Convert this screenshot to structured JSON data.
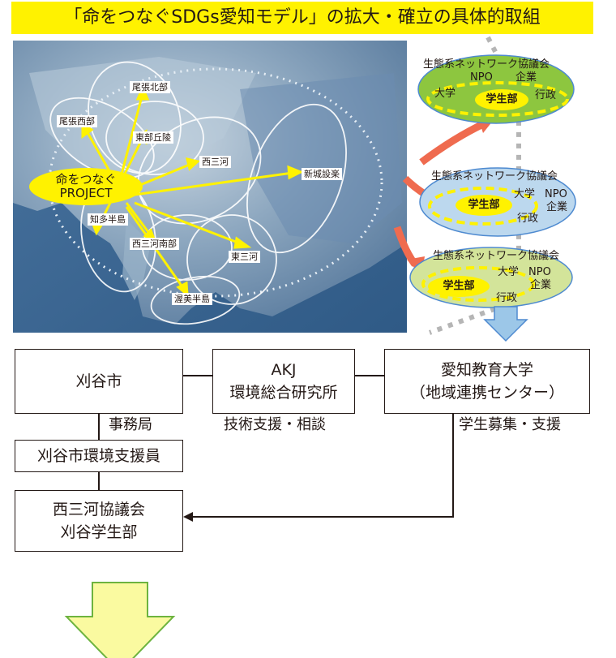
{
  "title": "「命をつなぐSDGs愛知モデル」の拡大・確立の具体的取組",
  "map": {
    "center_label_line1": "命をつなぐ",
    "center_label_line2": "PROJECT",
    "regions": {
      "owari_hokubu": "尾張北部",
      "owari_seibu": "尾張西部",
      "tobu_kyuryo": "東部丘陵",
      "nishimikawa": "西三河",
      "shinshiro_shitara": "新城設楽",
      "chita_hanto": "知多半島",
      "nishimikawa_nanbu": "西三河南部",
      "higashimikawa": "東三河",
      "atsumi_hanto": "渥美半島"
    }
  },
  "networks": [
    {
      "council": "生態系ネットワーク協議会",
      "npo": "NPO",
      "company": "企業",
      "university": "大学",
      "student": "学生部",
      "gov": "行政"
    },
    {
      "council": "生態系ネットワーク協議会",
      "npo": "NPO",
      "company": "企業",
      "university": "大学",
      "student": "学生部",
      "gov": "行政"
    },
    {
      "council": "生態系ネットワーク協議会",
      "npo": "NPO",
      "company": "企業",
      "university": "大学",
      "student": "学生部",
      "gov": "行政"
    }
  ],
  "org": {
    "kariya": "刈谷市",
    "akj_line1": "AKJ",
    "akj_line2": "環境総合研究所",
    "aue_line1": "愛知教育大学",
    "aue_line2": "（地域連携センター）",
    "jimukyoku": "事務局",
    "tech_support": "技術支援・相談",
    "student_recruit": "学生募集・支援",
    "support_staff": "刈谷市環境支援員",
    "council_line1": "西三河協議会",
    "council_line2": "刈谷学生部"
  },
  "colors": {
    "highlight": "#fff200",
    "network_green": "#8dc63f",
    "network_blue": "#bcd8ee",
    "network_lightgreen": "#d3e49a",
    "arrow_red": "#ef6b4f",
    "arrow_blue": "#9cc7e8",
    "arrow_yellow": "#fafaa0"
  }
}
